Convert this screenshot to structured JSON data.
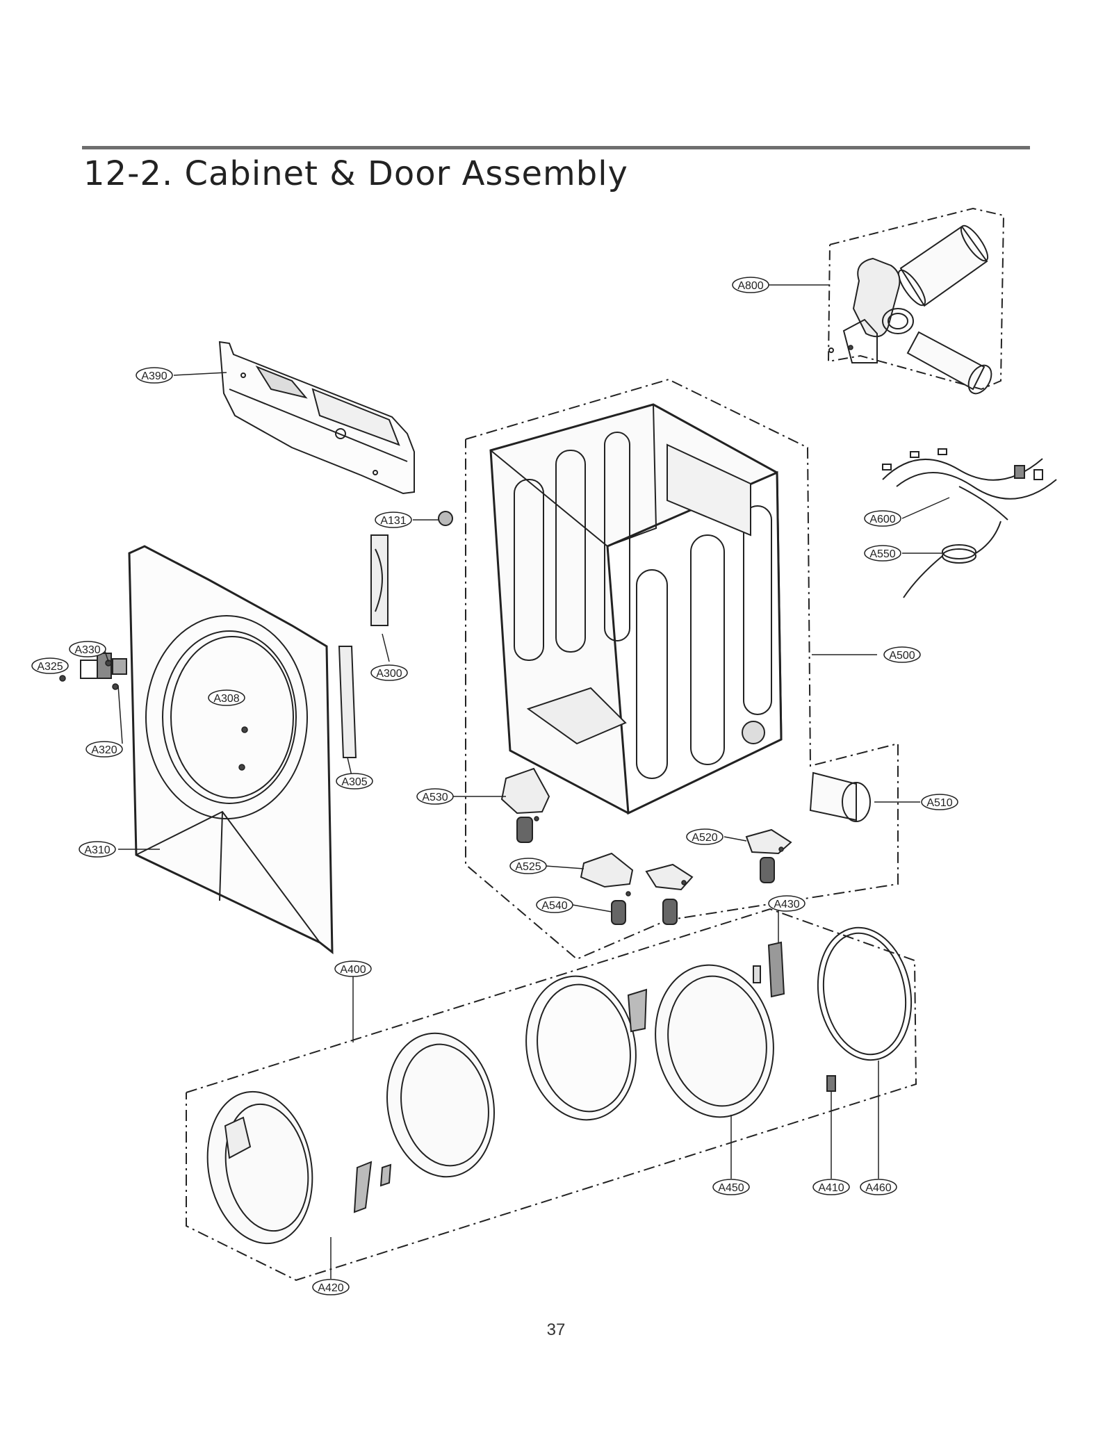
{
  "header": {
    "title": "12-2. Cabinet & Door Assembly"
  },
  "callouts": [
    {
      "id": "A800"
    },
    {
      "id": "A390"
    },
    {
      "id": "A131"
    },
    {
      "id": "A600"
    },
    {
      "id": "A550"
    },
    {
      "id": "A330"
    },
    {
      "id": "A325"
    },
    {
      "id": "A300"
    },
    {
      "id": "A308"
    },
    {
      "id": "A500"
    },
    {
      "id": "A320"
    },
    {
      "id": "A305"
    },
    {
      "id": "A530"
    },
    {
      "id": "A510"
    },
    {
      "id": "A310"
    },
    {
      "id": "A520"
    },
    {
      "id": "A525"
    },
    {
      "id": "A540"
    },
    {
      "id": "A430"
    },
    {
      "id": "A400"
    },
    {
      "id": "A450"
    },
    {
      "id": "A410"
    },
    {
      "id": "A460"
    },
    {
      "id": "A420"
    }
  ],
  "footer": {
    "page_number": "37"
  }
}
